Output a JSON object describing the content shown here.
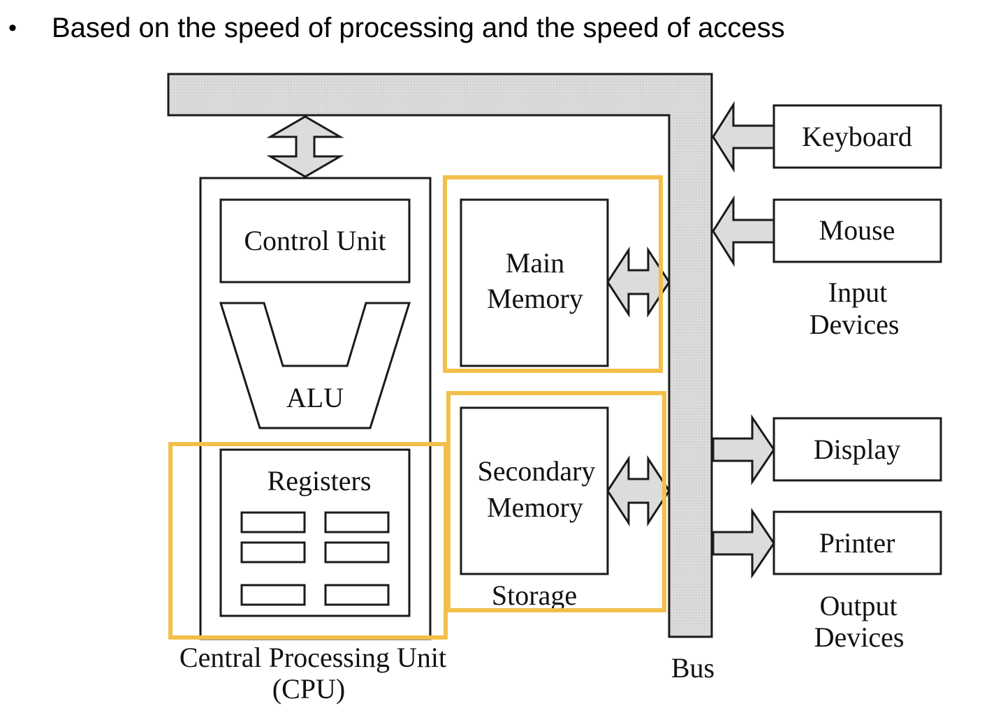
{
  "slide": {
    "bullet_symbol": "•",
    "bullet_text": "Based on the speed of processing and the speed of access"
  },
  "diagram": {
    "cpu": {
      "control_unit": "Control Unit",
      "alu": "ALU",
      "registers": "Registers",
      "caption_line1": "Central Processing Unit",
      "caption_line2": "(CPU)"
    },
    "main_memory": {
      "line1": "Main",
      "line2": "Memory"
    },
    "secondary_memory": {
      "line1": "Secondary",
      "line2": "Memory"
    },
    "storage": "Storage",
    "bus": "Bus",
    "input_devices": {
      "items": [
        "Keyboard",
        "Mouse"
      ],
      "caption_line1": "Input",
      "caption_line2": "Devices"
    },
    "output_devices": {
      "items": [
        "Display",
        "Printer"
      ],
      "caption_line1": "Output",
      "caption_line2": "Devices"
    }
  },
  "colors": {
    "highlight": "#F2C04A",
    "bus_fill": "#D9D9D9",
    "line": "#1A1A1A"
  }
}
